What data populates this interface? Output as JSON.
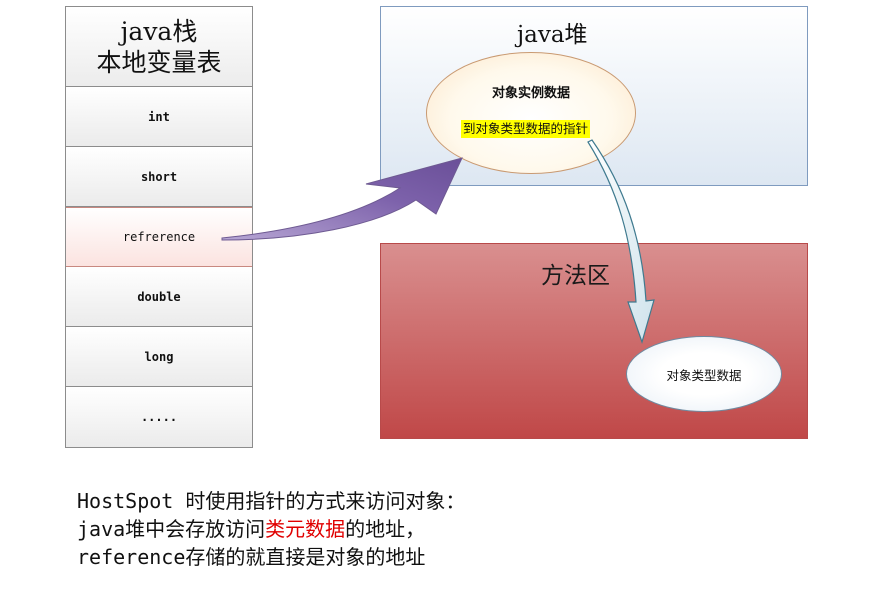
{
  "stack": {
    "title_line1": "java栈",
    "title_line2": "本地变量表",
    "cells": [
      "int",
      "short",
      "refrerence",
      "double",
      "long",
      "....."
    ]
  },
  "heap": {
    "title": "java堆",
    "object_title": "对象实例数据",
    "type_pointer": "到对象类型数据的指针"
  },
  "method_area": {
    "title": "方法区",
    "type_data": "对象类型数据"
  },
  "caption": {
    "line1": "HostSpot 时使用指针的方式来访问对象：",
    "line2_part1": "java堆中会存放访问",
    "line2_highlight": "类元数据",
    "line2_part2": "的地址，",
    "line3": "reference存储的就直接是对象的地址"
  },
  "colors": {
    "purple_arrow": "#7b5ea8",
    "heap_border": "#7f9bbf",
    "method_area_fill": "#c85050",
    "highlight_yellow": "#ffff00",
    "caption_red": "#e00000"
  }
}
